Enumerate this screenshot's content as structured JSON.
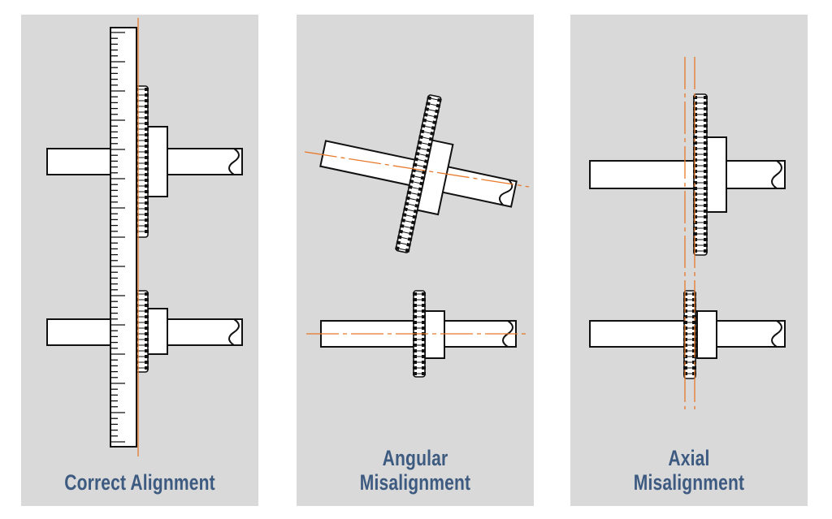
{
  "colors": {
    "panel_background": "#d9d9d9",
    "caption_text": "#3d5a80",
    "centerline": "#e8792b",
    "outline": "#111111",
    "part_fill": "#ffffff"
  },
  "panels": [
    {
      "id": "correct",
      "caption_lines": [
        "Correct Alignment"
      ]
    },
    {
      "id": "angular",
      "caption_lines": [
        "Angular",
        "Misalignment"
      ]
    },
    {
      "id": "axial",
      "caption_lines": [
        "Axial",
        "Misalignment"
      ]
    }
  ]
}
